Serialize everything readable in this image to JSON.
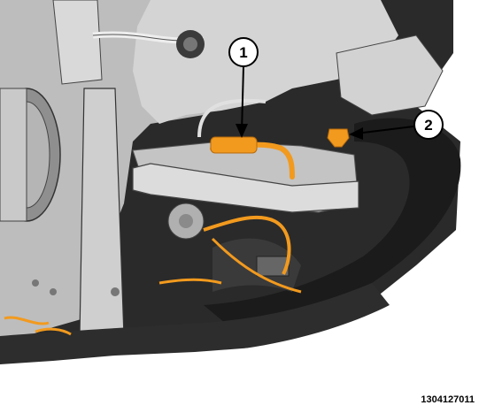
{
  "callouts": [
    {
      "number": "1"
    },
    {
      "number": "2"
    }
  ],
  "figure_id": "1304127011",
  "colors": {
    "highlight_orange": "#f29a1e",
    "background": "#ffffff",
    "line_art_gray": "#c8c8c8",
    "shadow_dark": "#1a1a1a"
  }
}
